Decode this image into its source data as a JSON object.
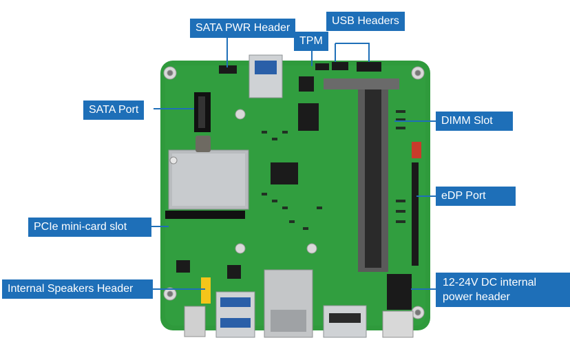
{
  "callouts": {
    "sata_pwr_header": "SATA PWR Header",
    "usb_headers": "USB Headers",
    "tpm": "TPM",
    "sata_port": "SATA Port",
    "dimm_slot": "DIMM Slot",
    "edp_port": "eDP Port",
    "pcie_mini_card_slot": "PCIe mini-card slot",
    "internal_speakers_header": "Internal Speakers Header",
    "dc_power_header_line1": "12-24V DC internal",
    "dc_power_header_line2": "power header"
  },
  "colors": {
    "callout_bg": "#1e6fb8",
    "callout_text": "#ffffff",
    "pcb_green": "#2f9a3c",
    "pcb_dark": "#1f7a2c",
    "background": "#ffffff"
  }
}
